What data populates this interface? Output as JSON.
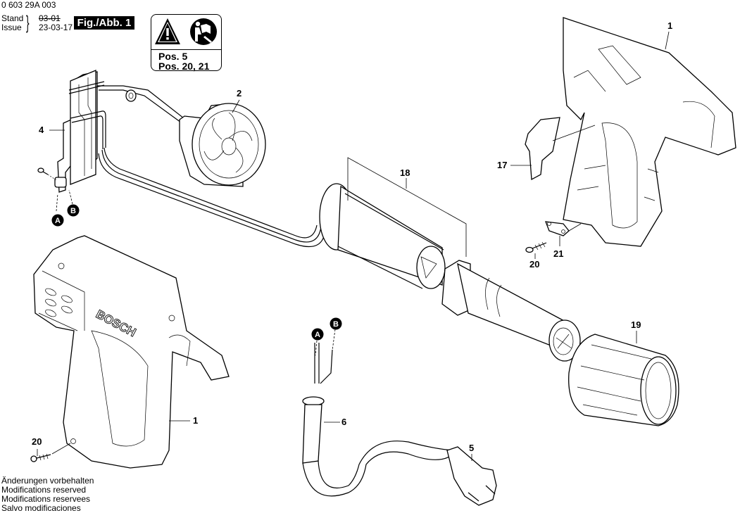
{
  "header": {
    "doc_number": "0 603 29A 003",
    "stand_label": "Stand",
    "issue_label": "Issue",
    "stand_value": "03-01",
    "issue_value": "23-03-17",
    "figure_label": "Fig./Abb. 1"
  },
  "warning_box": {
    "icons": [
      "warning-triangle-icon",
      "read-manual-icon"
    ],
    "lines": [
      "Pos. 5",
      "Pos. 20, 21"
    ]
  },
  "footer": {
    "lines": [
      "Änderungen vorbehalten",
      "Modifications reserved",
      "Modifications reservees",
      "Salvo modificaciones"
    ]
  },
  "callouts": {
    "housing_right": "1",
    "housing_left": "1",
    "fan_motor": "2",
    "switch": "4",
    "plug": "5",
    "cord_sleeve": "6",
    "switch_cover": "17",
    "heating_element": "18",
    "nozzle": "19",
    "screw_right": "20",
    "screw_left": "20",
    "clamp": "21"
  },
  "connection_badges": {
    "a": "A",
    "b": "B"
  },
  "brand_logo": "BOSCH"
}
